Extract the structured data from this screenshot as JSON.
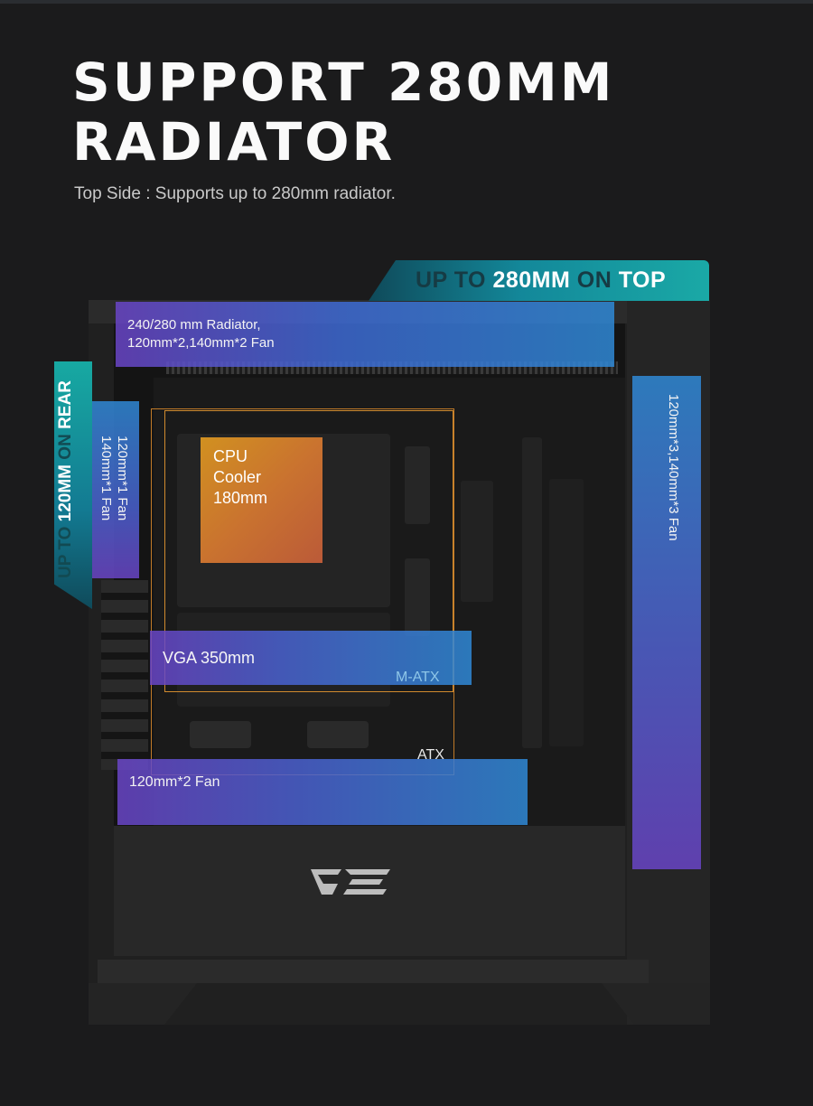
{
  "headline": {
    "line1": "SUPPORT 280MM",
    "line2": "RADIATOR"
  },
  "subtitle": "Top Side : Supports up to 280mm radiator.",
  "tab_top": {
    "part1": "UP TO ",
    "part2": "280MM",
    "part3": " ON ",
    "part4": "TOP"
  },
  "tab_rear": {
    "part1": "UP TO ",
    "part2": "120MM",
    "part3": " ON ",
    "part4": "REAR"
  },
  "boxes": {
    "top_line1": "240/280 mm Radiator,",
    "top_line2": "120mm*2,140mm*2 Fan",
    "rear_line1": "120mm*1 Fan",
    "rear_line2": "140mm*1 Fan",
    "front": "120mm*3,140mm*3 Fan",
    "cpu_line1": "CPU",
    "cpu_line2": "Cooler",
    "cpu_line3": "180mm",
    "vga": "VGA 350mm",
    "bottom": "120mm*2 Fan"
  },
  "labels": {
    "matx": "M-ATX",
    "atx": "ATX"
  },
  "logo": "brand-logo",
  "colors": {
    "background": "#1b1b1c",
    "teal": "#17a9a2",
    "blue": "#2f8ad8",
    "purple": "#6a45c8",
    "orange": "#e09a20"
  }
}
